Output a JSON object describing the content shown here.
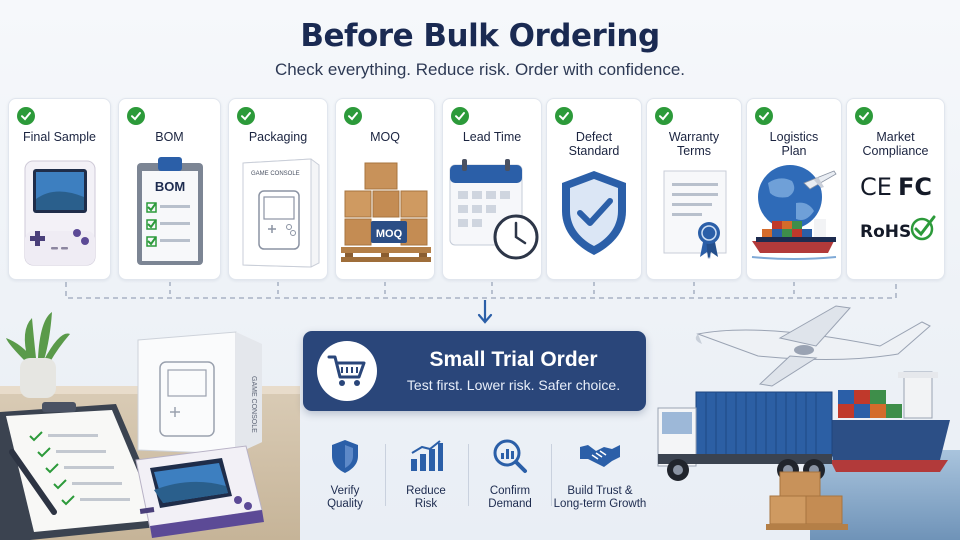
{
  "header": {
    "title": "Before Bulk Ordering",
    "subtitle": "Check everything. Reduce risk. Order with confidence."
  },
  "checklist": [
    {
      "label": "Final Sample",
      "icon": "handheld-console-icon"
    },
    {
      "label": "BOM",
      "icon": "clipboard-checklist-icon",
      "badge": "BOM"
    },
    {
      "label": "Packaging",
      "icon": "product-box-icon",
      "box_text": "GAME CONSOLE"
    },
    {
      "label": "MOQ",
      "icon": "pallet-boxes-icon",
      "badge": "MOQ"
    },
    {
      "label": "Lead Time",
      "icon": "calendar-clock-icon"
    },
    {
      "label": "Defect Standard",
      "icon": "shield-check-icon"
    },
    {
      "label": "Warranty Terms",
      "icon": "certificate-ribbon-icon"
    },
    {
      "label": "Logistics Plan",
      "icon": "globe-plane-ship-icon"
    },
    {
      "label": "Market Compliance",
      "icon": "compliance-marks-icon",
      "marks": [
        "CE",
        "FC",
        "RoHS"
      ]
    }
  ],
  "cta": {
    "title": "Small Trial Order",
    "subtitle": "Test first. Lower risk.  Safer choice.",
    "icon": "shopping-cart-icon"
  },
  "benefits": [
    {
      "label_1": "Verify",
      "label_2": "Quality",
      "icon": "shield-icon"
    },
    {
      "label_1": "Reduce",
      "label_2": "Risk",
      "icon": "bar-chart-icon"
    },
    {
      "label_1": "Confirm",
      "label_2": "Demand",
      "icon": "magnifier-chart-icon"
    },
    {
      "label_1": "Build Trust &",
      "label_2": "Long-term Growth",
      "icon": "handshake-icon"
    }
  ],
  "scene": {
    "box_side_text": "GAME CONSOLE"
  },
  "colors": {
    "navy": "#2a467a",
    "check_green": "#2c9a3a",
    "icon_blue": "#2b5fa8",
    "title": "#1a2a52"
  }
}
